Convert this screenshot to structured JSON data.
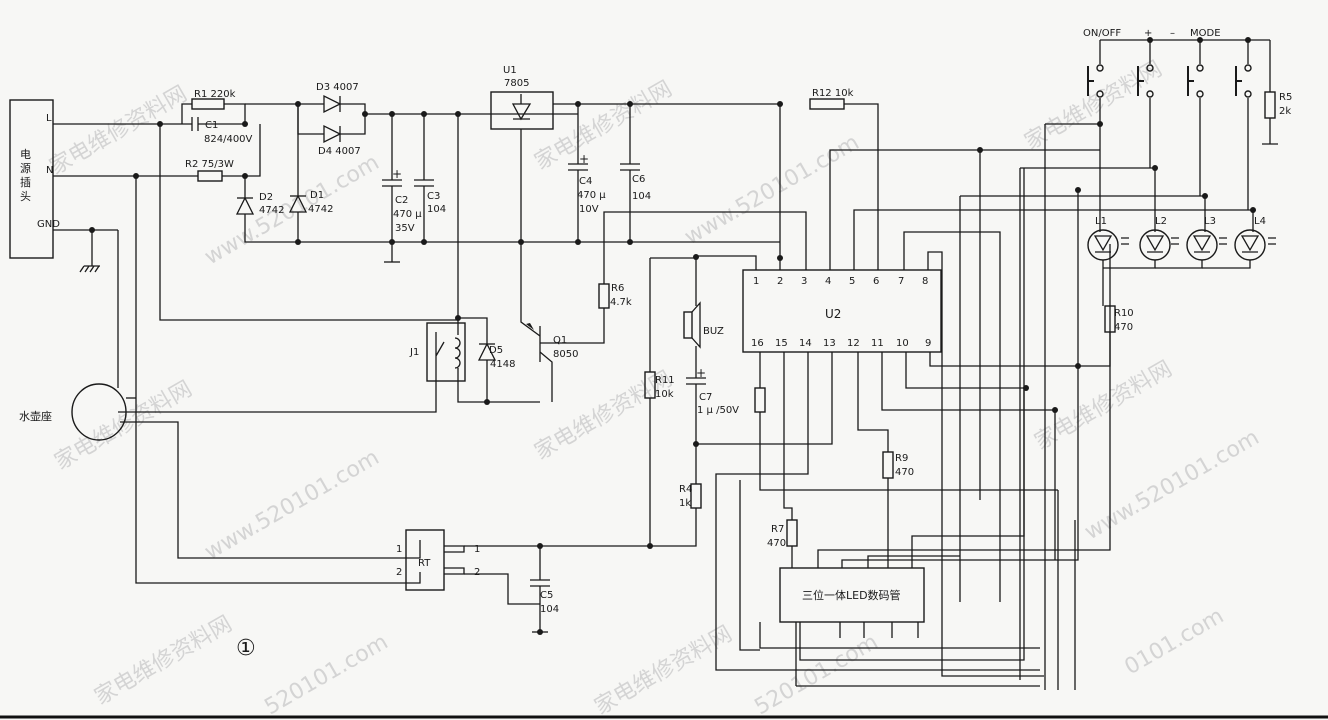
{
  "watermark": {
    "cn": "家电维修资料网",
    "url": "www.520101.com",
    "url_short": "520101.com",
    "url_short2": "0101.com",
    "url_short3": "01.com"
  },
  "figure_number": "①",
  "plug": {
    "label": "电源插头",
    "chars": [
      "电",
      "源",
      "插",
      "头"
    ],
    "pins": [
      "L",
      "N",
      "GND"
    ]
  },
  "kettle_base": {
    "label": "水壶座"
  },
  "components": {
    "R1": {
      "ref": "R1",
      "value": "220k"
    },
    "C1": {
      "ref": "C1",
      "value": "824/400V"
    },
    "R2": {
      "ref": "R2",
      "value": "75/3W"
    },
    "D3": {
      "ref": "D3",
      "value": "4007"
    },
    "D4": {
      "ref": "D4",
      "value": "4007"
    },
    "D2": {
      "ref": "D2",
      "value": "4742"
    },
    "D1": {
      "ref": "D1",
      "value": "4742"
    },
    "C2": {
      "ref": "C2",
      "value1": "470 μ",
      "value2": "35V"
    },
    "C3": {
      "ref": "C3",
      "value": "104"
    },
    "U1": {
      "ref": "U1",
      "value": "7805"
    },
    "C4": {
      "ref": "C4",
      "value1": "470 μ",
      "value2": "10V"
    },
    "C6": {
      "ref": "C6",
      "value": "104"
    },
    "R12": {
      "ref": "R12",
      "value": "10k"
    },
    "R6": {
      "ref": "R6",
      "value": "4.7k"
    },
    "Q1": {
      "ref": "Q1",
      "value": "8050"
    },
    "J1": {
      "ref": "J1"
    },
    "D5": {
      "ref": "D5",
      "value": "4148"
    },
    "BUZ": {
      "ref": "BUZ"
    },
    "C7": {
      "ref": "C7",
      "value": "1 μ /50V"
    },
    "R11": {
      "ref": "R11",
      "value": "10k"
    },
    "R4": {
      "ref": "R4",
      "value": "1k"
    },
    "RT": {
      "ref": "RT",
      "pins": [
        "1",
        "2",
        "1",
        "2"
      ]
    },
    "C5": {
      "ref": "C5",
      "value": "104"
    },
    "U2": {
      "ref": "U2",
      "pins_top": [
        "1",
        "2",
        "3",
        "4",
        "5",
        "6",
        "7",
        "8"
      ],
      "pins_bottom": [
        "16",
        "15",
        "14",
        "13",
        "12",
        "11",
        "10",
        "9"
      ]
    },
    "R9": {
      "ref": "R9",
      "value": "470"
    },
    "R7": {
      "ref": "R7",
      "value": "470"
    },
    "R10": {
      "ref": "R10",
      "value": "470"
    },
    "R5": {
      "ref": "R5",
      "value": "2k"
    },
    "L1": {
      "ref": "L1"
    },
    "L2": {
      "ref": "L2"
    },
    "L3": {
      "ref": "L3"
    },
    "L4": {
      "ref": "L4"
    },
    "display": {
      "label": "三位一体LED数码管"
    }
  },
  "buttons": {
    "onoff": "ON/OFF",
    "plus": "+",
    "minus": "–",
    "mode": "MODE"
  }
}
